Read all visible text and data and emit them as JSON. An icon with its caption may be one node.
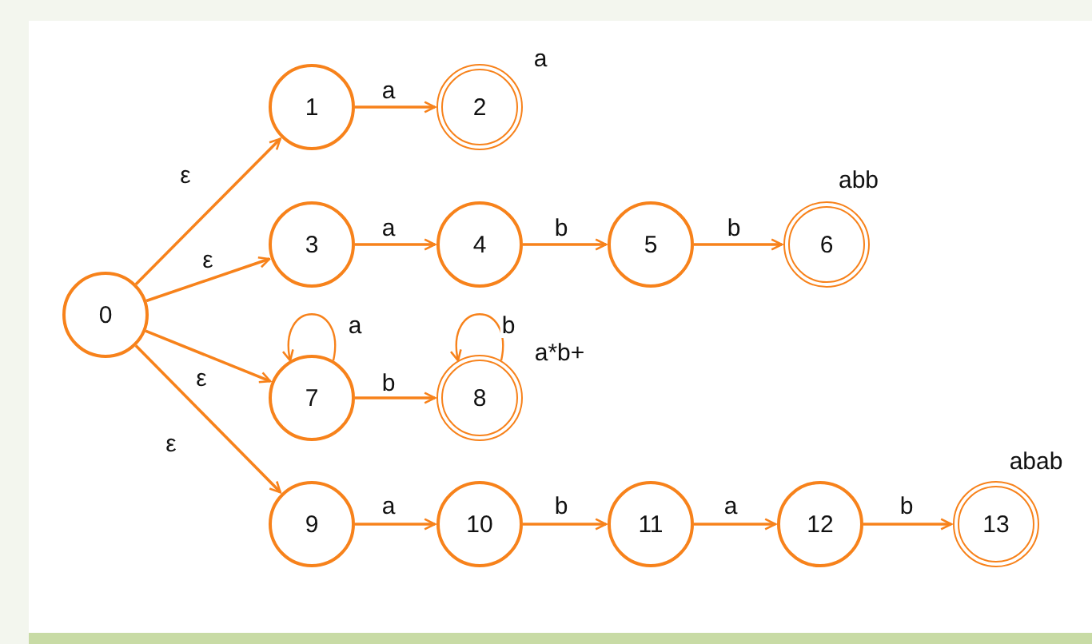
{
  "diagram": {
    "nodes": [
      {
        "text": [
          "0"
        ]
      },
      {
        "text": [
          "1"
        ]
      },
      {
        "text": [
          "2"
        ],
        "beside": [
          "a"
        ]
      },
      {
        "text": [
          "3"
        ]
      },
      {
        "text": [
          "4"
        ]
      },
      {
        "text": [
          "5"
        ]
      },
      {
        "text": [
          "6"
        ],
        "beside": [
          "abb"
        ]
      },
      {
        "text": [
          "7"
        ]
      },
      {
        "text": [
          "8"
        ],
        "beside": [
          "a*b+"
        ]
      },
      {
        "text": [
          "9"
        ]
      },
      {
        "text": [
          "10"
        ]
      },
      {
        "text": [
          "11"
        ]
      },
      {
        "text": [
          "12"
        ]
      },
      {
        "text": [
          "13"
        ],
        "beside": [
          "abab"
        ]
      }
    ],
    "edges": [
      {
        "from": 0,
        "to": 1,
        "arrow": "to",
        "label": "ε"
      },
      {
        "from": 0,
        "to": 3,
        "arrow": "to",
        "label": "ε"
      },
      {
        "from": 0,
        "to": 7,
        "arrow": "to",
        "label": "ε"
      },
      {
        "from": 0,
        "to": 9,
        "arrow": "to",
        "label": "ε"
      },
      {
        "from": 1,
        "to": 2,
        "arrow": "to",
        "label": "a"
      },
      {
        "from": 3,
        "to": 4,
        "arrow": "to",
        "label": "a"
      },
      {
        "from": 4,
        "to": 5,
        "arrow": "to",
        "label": "b"
      },
      {
        "from": 5,
        "to": 6,
        "arrow": "to",
        "label": "b"
      },
      {
        "from": 7,
        "to": 7,
        "arrow": "to",
        "label": "a"
      },
      {
        "from": 7,
        "to": 8,
        "arrow": "to",
        "label": "b"
      },
      {
        "from": 8,
        "to": 8,
        "arrow": "to",
        "label": "b"
      },
      {
        "from": 9,
        "to": 10,
        "arrow": "to",
        "label": "a"
      },
      {
        "from": 10,
        "to": 11,
        "arrow": "to",
        "label": "b"
      },
      {
        "from": 11,
        "to": 12,
        "arrow": "to",
        "label": "a"
      },
      {
        "from": 12,
        "to": 13,
        "arrow": "to",
        "label": "b"
      }
    ]
  }
}
